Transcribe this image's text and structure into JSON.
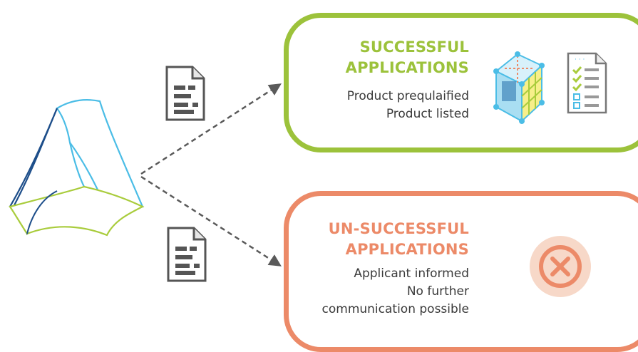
{
  "colors": {
    "success_accent": "#9cc23b",
    "failure_accent": "#ec8a68",
    "text": "#3a3a3a",
    "logo_dark_blue": "#1d4e8a",
    "logo_light_blue": "#4bbde6",
    "logo_green": "#a9cc3c",
    "arrow": "#5a5a5a"
  },
  "icons": {
    "logo": "triangular-ribbon-logo-icon",
    "document": "document-icon",
    "cube": "grid-cube-icon",
    "checklist": "checklist-document-icon",
    "failure": "x-circle-icon"
  },
  "success": {
    "heading": [
      "SUCCESSFUL",
      "APPLICATIONS"
    ],
    "lines": [
      "Product prequlaified",
      "Product listed"
    ]
  },
  "failure": {
    "heading": [
      "UN-SUCCESSFUL",
      "APPLICATIONS"
    ],
    "lines": [
      "Applicant informed",
      "No further",
      "communication possible"
    ]
  }
}
